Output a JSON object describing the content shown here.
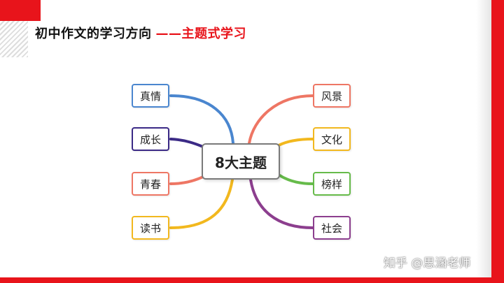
{
  "header": {
    "title_main": "初中作文的学习方向",
    "title_sub": "——主题式学习"
  },
  "mindmap": {
    "center": "8大主题",
    "left_nodes": [
      {
        "label": "真情",
        "color": "#4a86cf"
      },
      {
        "label": "成长",
        "color": "#3b2a86"
      },
      {
        "label": "青春",
        "color": "#ee7664"
      },
      {
        "label": "读书",
        "color": "#f2b81e"
      }
    ],
    "right_nodes": [
      {
        "label": "风景",
        "color": "#ee7664"
      },
      {
        "label": "文化",
        "color": "#f2b81e"
      },
      {
        "label": "榜样",
        "color": "#66bb4a"
      },
      {
        "label": "社会",
        "color": "#8c3e8e"
      }
    ]
  },
  "watermark": "知乎 @思涵老师",
  "colors": {
    "accent_red": "#e8141b"
  }
}
